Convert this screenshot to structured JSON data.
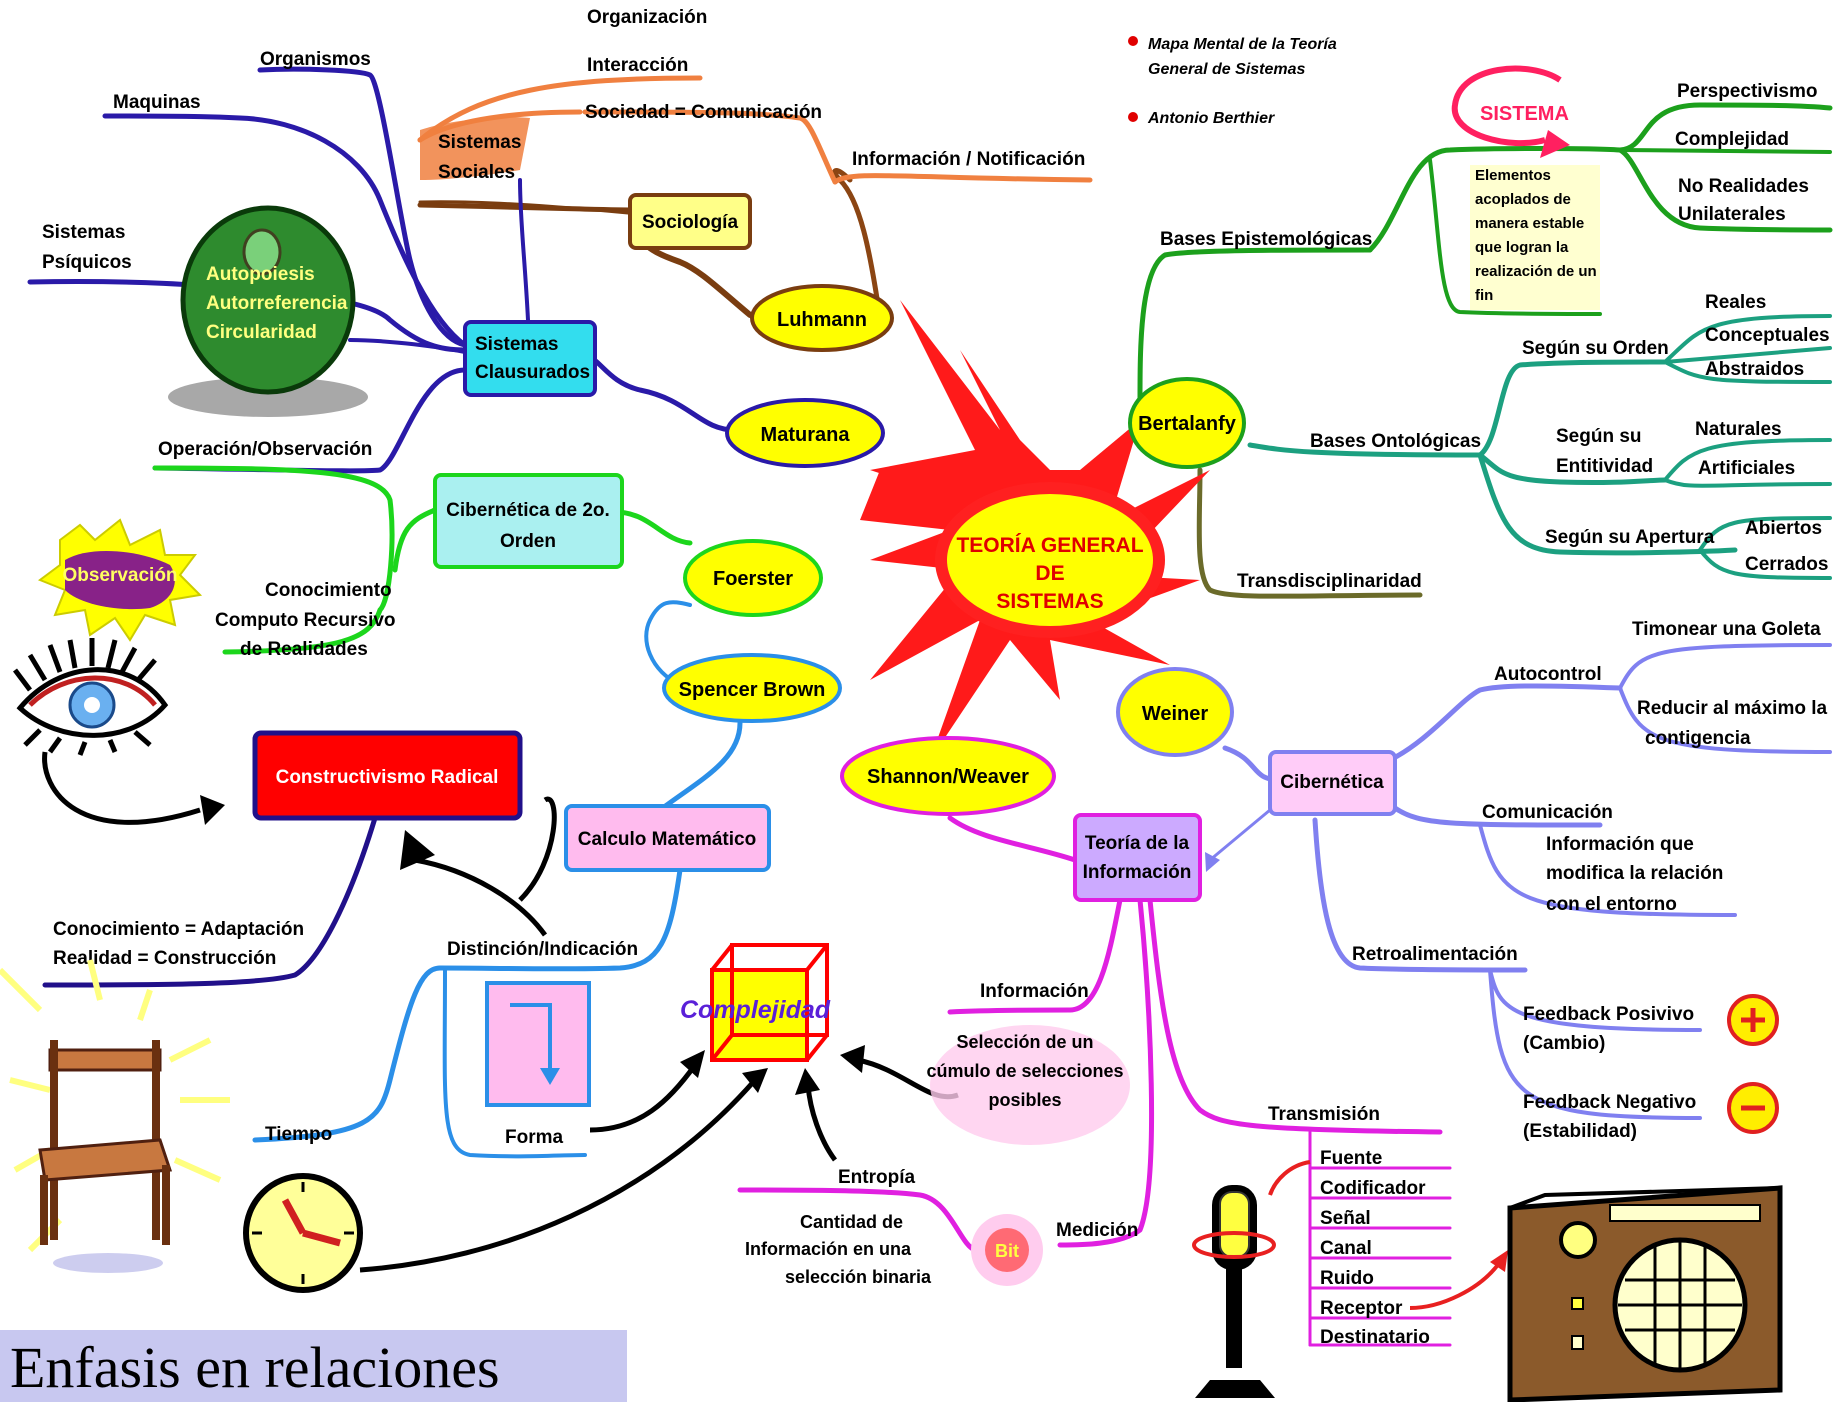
{
  "center": {
    "line1": "TEORÍA GENERAL",
    "line2": "DE",
    "line3": "SISTEMAS"
  },
  "header": {
    "note1_line1": "Mapa Mental de la Teoría",
    "note1_line2": "General de Sistemas",
    "note2": "Antonio Berthier"
  },
  "authors": {
    "luhmann": "Luhmann",
    "maturana": "Maturana",
    "foerster": "Foerster",
    "spencer_brown": "Spencer Brown",
    "shannon_weaver": "Shannon/Weaver",
    "weiner": "Weiner",
    "bertalanfy": "Bertalanfy"
  },
  "luhmann_branch": {
    "organizacion": "Organización",
    "interaccion": "Interacción",
    "sociedad": "Sociedad = Comunicación",
    "informacion": "Información / Notificación",
    "sistemas_sociales_1": "Sistemas",
    "sistemas_sociales_2": "Sociales",
    "sociologia": "Sociología"
  },
  "maturana_branch": {
    "organismos": "Organismos",
    "maquinas": "Maquinas",
    "psiquicos_1": "Sistemas",
    "psiquicos_2": "Psíquicos",
    "autopoiesis": "Autopoiesis",
    "autorreferencia": "Autorreferencia",
    "circularidad": "Circularidad",
    "clausurados_1": "Sistemas",
    "clausurados_2": "Clausurados",
    "operacion": "Operación/Observación"
  },
  "foerster_branch": {
    "ciber2_1": "Cibernética de 2o.",
    "ciber2_2": "Orden",
    "conocimiento": "Conocimiento",
    "computo_1": "Computo Recursivo",
    "computo_2": "de Realidades",
    "observacion": "Observación"
  },
  "constructivism": {
    "title": "Constructivismo Radical",
    "adaptacion": "Conocimiento = Adaptación",
    "construccion": "Realidad = Construcción"
  },
  "spencer_branch": {
    "calculo": "Calculo Matemático",
    "distincion": "Distinción/Indicación",
    "tiempo": "Tiempo",
    "forma": "Forma",
    "complejidad": "Complejidad"
  },
  "info_theory": {
    "title_1": "Teoría de la",
    "title_2": "Información",
    "informacion": "Información",
    "seleccion_1": "Selección de un",
    "seleccion_2": "cúmulo de selecciones",
    "seleccion_3": "posibles",
    "transmision": "Transmisión",
    "transmision_items": [
      "Fuente",
      "Codificador",
      "Señal",
      "Canal",
      "Ruido",
      "Receptor",
      "Destinatario"
    ],
    "medicion": "Medición",
    "bit": "Bit",
    "entropia": "Entropía",
    "cantidad_1": "Cantidad de",
    "cantidad_2": "Información en una",
    "cantidad_3": "selección binaria"
  },
  "cybernetics": {
    "title": "Cibernética",
    "autocontrol": "Autocontrol",
    "timonear": "Timonear una Goleta",
    "reducir_1": "Reducir al máximo la",
    "reducir_2": "contigencia",
    "comunicacion": "Comunicación",
    "com_1": "Información que",
    "com_2": "modifica la relación",
    "com_3": "con el entorno",
    "retro": "Retroalimentación",
    "pos_1": "Feedback Posivivo",
    "pos_2": "(Cambio)",
    "neg_1": "Feedback Negativo",
    "neg_2": "(Estabilidad)"
  },
  "bertalanfy_branch": {
    "epist": "Bases Epistemológicas",
    "sistema": "SISTEMA",
    "def": [
      "Elementos",
      "acoplados de",
      "manera estable",
      "que logran la",
      "realización de un",
      "fin"
    ],
    "perspectivismo": "Perspectivismo",
    "complejidad": "Complejidad",
    "no_real_1": "No Realidades",
    "no_real_2": "Unilaterales",
    "onto": "Bases Ontológicas",
    "orden": "Según su Orden",
    "reales": "Reales",
    "conceptuales": "Conceptuales",
    "abstraidos": "Abstraidos",
    "entitividad_1": "Según su",
    "entitividad_2": "Entitividad",
    "naturales": "Naturales",
    "artificiales": "Artificiales",
    "apertura": "Según su Apertura",
    "abiertos": "Abiertos",
    "cerrados": "Cerrados",
    "trans": "Transdisciplinaridad"
  },
  "footer": {
    "text": "Enfasis en relaciones"
  }
}
